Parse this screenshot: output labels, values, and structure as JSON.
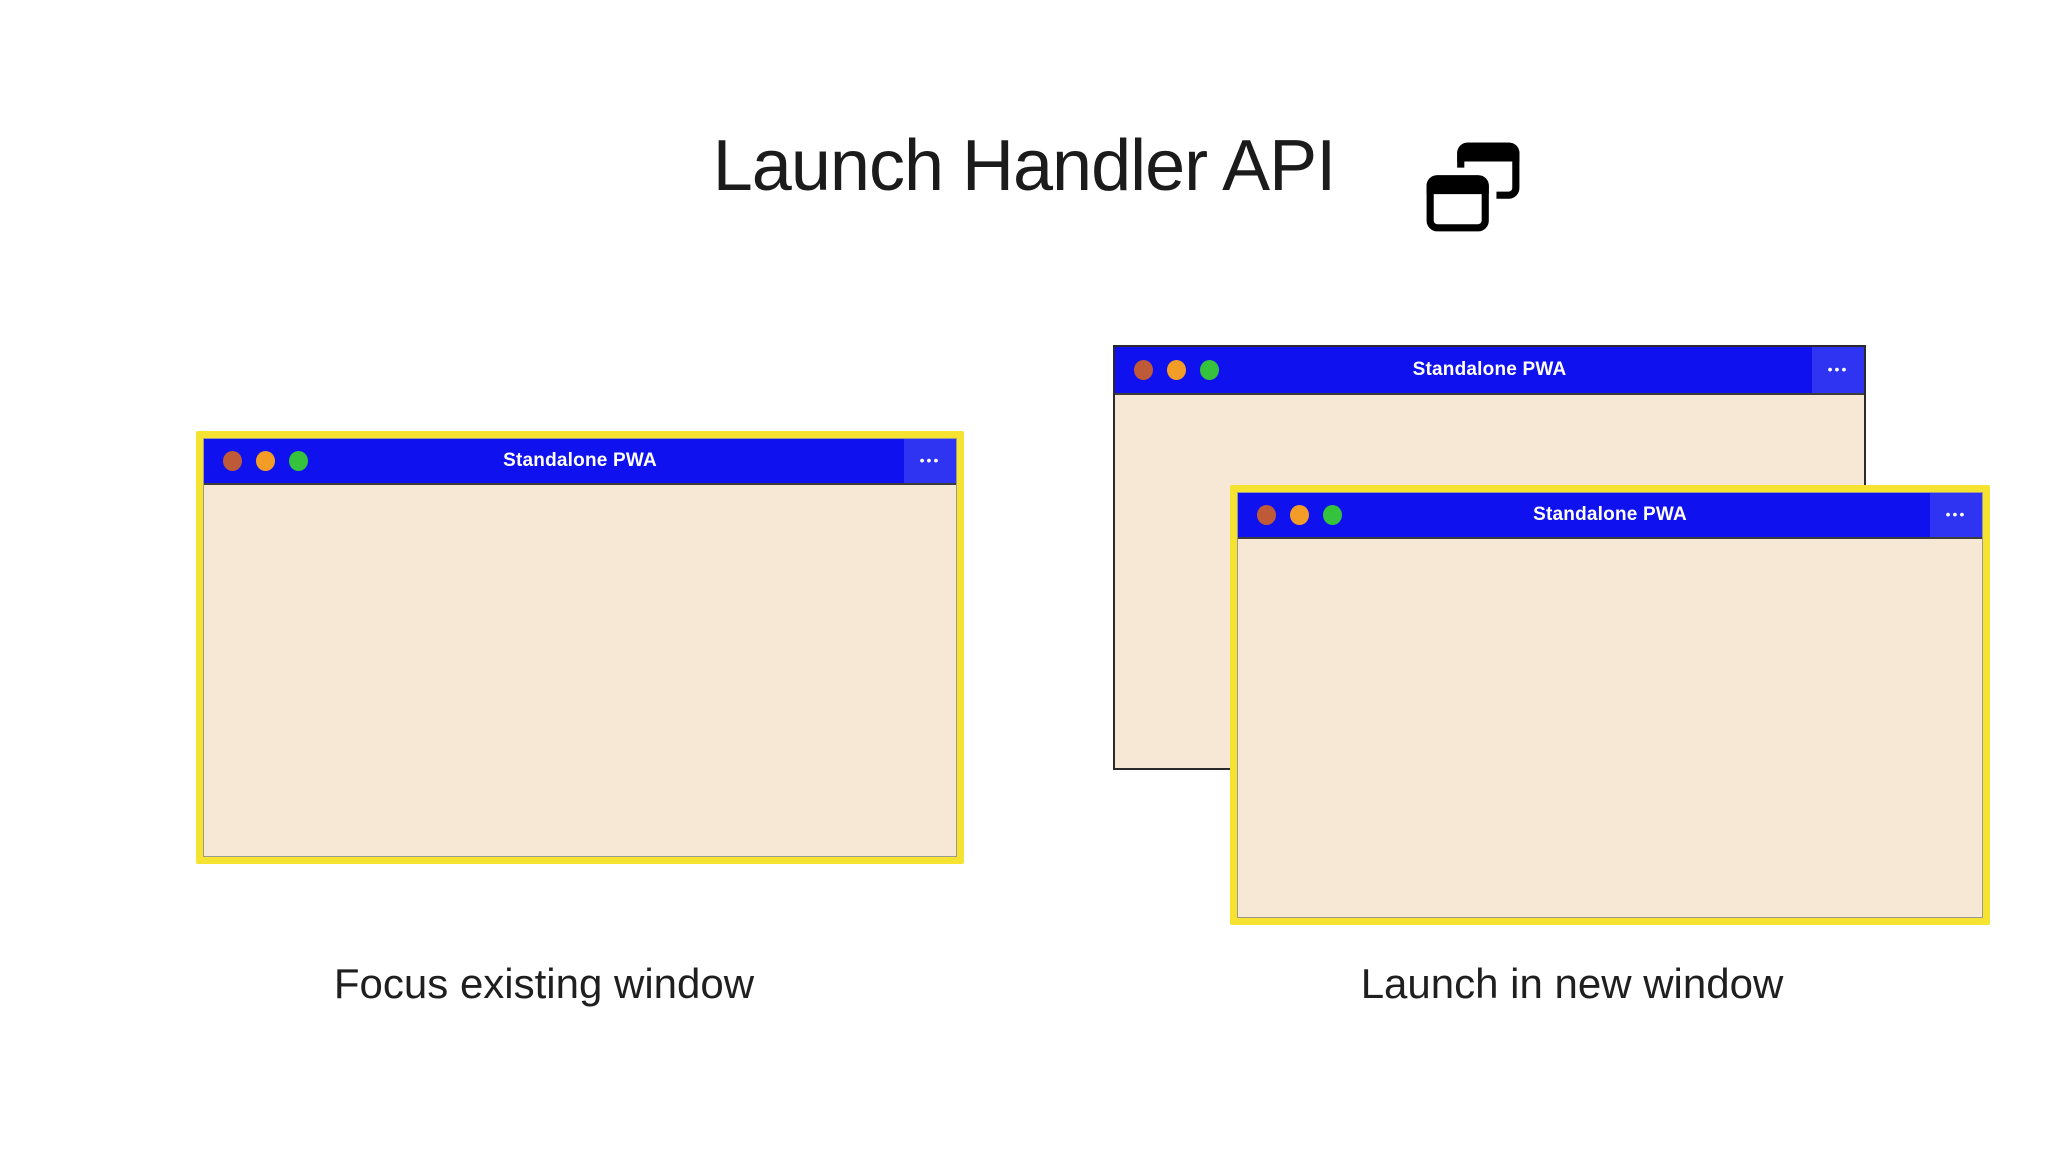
{
  "header": {
    "title": "Launch Handler API",
    "icon": "overlapping-windows-icon"
  },
  "left_panel": {
    "caption": "Focus existing window",
    "window": {
      "title": "Standalone PWA",
      "menu": "•••",
      "highlighted": true,
      "controls": [
        "close-dot",
        "minimize-dot",
        "maximize-dot"
      ]
    }
  },
  "right_panel": {
    "caption": "Launch in new window",
    "back_window": {
      "title": "Standalone PWA",
      "menu": "•••",
      "highlighted": false,
      "controls": [
        "close-dot",
        "minimize-dot",
        "maximize-dot"
      ]
    },
    "front_window": {
      "title": "Standalone PWA",
      "menu": "•••",
      "highlighted": true,
      "controls": [
        "close-dot",
        "minimize-dot",
        "maximize-dot"
      ]
    }
  },
  "colors": {
    "titlebar_blue": "#0f11ee",
    "menu_box_blue": "#2f33f2",
    "window_body_cream": "#f6e8d4",
    "highlight_yellow": "#f6e230",
    "back_window_border": "#2b2b2b",
    "dot_red": "#be5a37",
    "dot_orange": "#f49d26",
    "dot_green": "#35c33e",
    "text_black": "#1b1b1b"
  }
}
